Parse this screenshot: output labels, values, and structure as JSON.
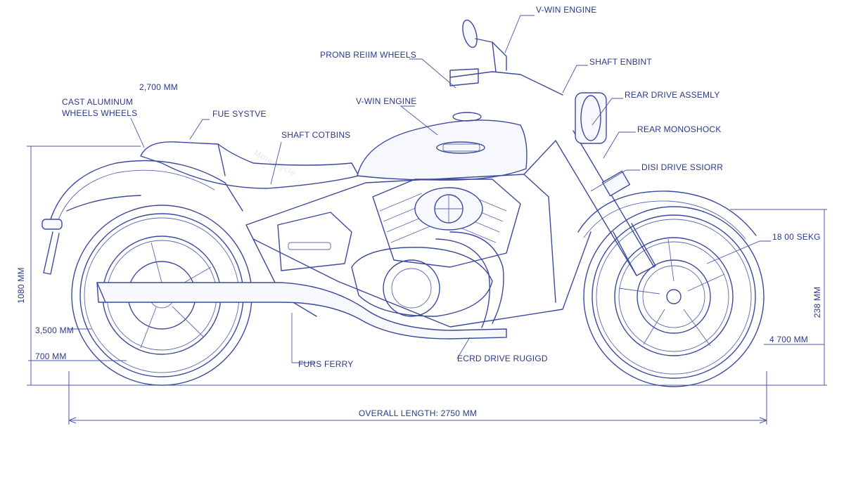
{
  "labels": {
    "vtwin_top": "V-WIN ENGINE",
    "prong_wheels": "PRONB REIIM WHEELS",
    "shaft_enbint": "SHAFT ENBINT",
    "rear_drive_assembly": "REAR DRIVE ASSEMLY",
    "vtwin_mid": "V-WIN ENGINE",
    "dim_2700": "2,700 MM",
    "cast_wheels_1": "CAST ALUMINUM",
    "cast_wheels_2": "WHEELS WHEELS",
    "fuel_system": "FUE SYSTVE",
    "shaft_cotbins": "SHAFT COTBINS",
    "rear_monoshock": "REAR MONOSHOCK",
    "disc_drive": "DISI DRIVE SSIORR",
    "dim_1800": "18 00 SEKG",
    "dim_1080": "1080 MM",
    "dim_238": "238 MM",
    "dim_3500": "3,500 MM",
    "dim_700": "700 MM",
    "dim_4700": "4 700 MM",
    "furs_ferry": "FURS FERRY",
    "ecrd_drive": "ECRD DRIVE RUGIGD",
    "overall_length": "OVERALL LENGTH: 2750 MM"
  },
  "watermark": "Motorcycle",
  "colors": {
    "line": "#3b4a9c",
    "text": "#2a3a86",
    "background": "#ffffff"
  }
}
